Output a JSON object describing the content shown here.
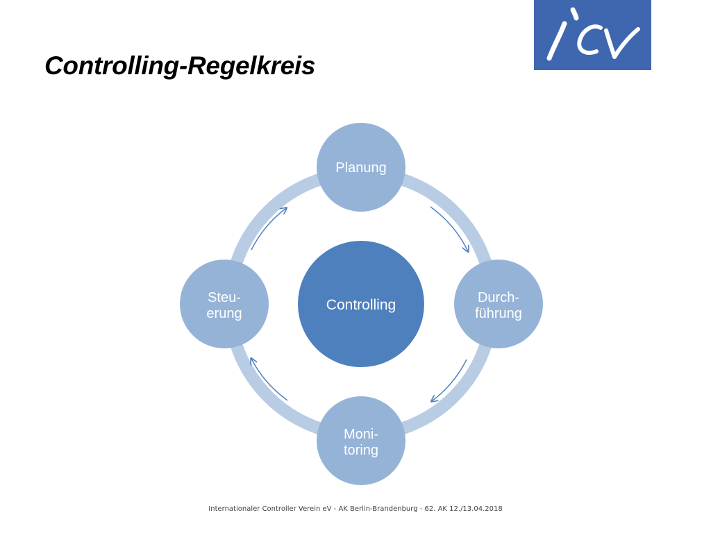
{
  "slide": {
    "title": "Controlling-Regelkreis",
    "footer": "Internationaler Controller Verein eV - AK Berlin-Brandenburg - 62. AK 12./13.04.2018"
  },
  "logo": {
    "text": "icv",
    "background_color": "#3F67B0",
    "text_color": "#ffffff"
  },
  "diagram": {
    "center": {
      "label": "Controlling",
      "color": "#4E80BD"
    },
    "nodes": {
      "top": {
        "line1": "Planung",
        "line2": ""
      },
      "right": {
        "line1": "Durch-",
        "line2": "führung"
      },
      "bottom": {
        "line1": "Moni-",
        "line2": "toring"
      },
      "left": {
        "line1": "Steu-",
        "line2": "erung"
      }
    },
    "node_color": "#95B3D7",
    "ring_color": "#B8CCE4",
    "arrow_color": "#4F81BD"
  }
}
